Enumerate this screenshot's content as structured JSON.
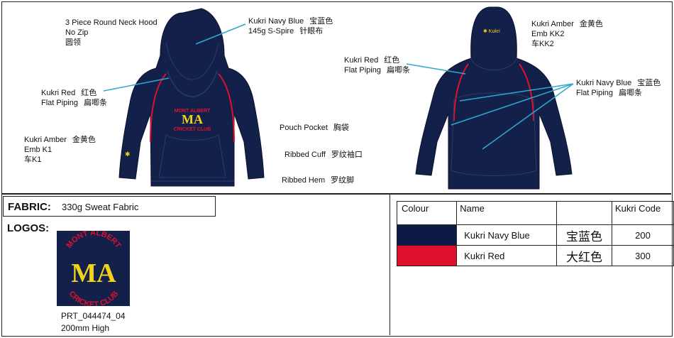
{
  "front_labels": {
    "neck": [
      "3 Piece Round Neck Hood",
      "No Zip",
      "圆领"
    ],
    "fabric_main": {
      "name": "Kukri Navy Blue",
      "cn": "宝蓝色",
      "spec": "145g S-Spire",
      "spec_cn": "针眼布"
    },
    "piping": {
      "name": "Kukri Red",
      "cn": "红色",
      "type": "Flat Piping",
      "type_cn": "扁唧条"
    },
    "emb": {
      "name": "Kukri Amber",
      "cn": "金黄色",
      "code": "Emb K1",
      "code_cn": "车K1"
    },
    "pouch": {
      "en": "Pouch Pocket",
      "cn": "胸袋"
    },
    "cuff": {
      "en": "Ribbed Cuff",
      "cn": "罗纹袖口"
    },
    "hem": {
      "en": "Ribbed Hem",
      "cn": "罗纹脚"
    }
  },
  "back_labels": {
    "emb": {
      "name": "Kukri Amber",
      "cn": "金黄色",
      "code": "Emb KK2",
      "code_cn": "车KK2"
    },
    "piping": {
      "name": "Kukri Red",
      "cn": "红色",
      "type": "Flat Piping",
      "type_cn": "扁唧条"
    },
    "navy": {
      "name": "Kukri Navy Blue",
      "cn": "宝蓝色",
      "type": "Flat Piping",
      "type_cn": "扁唧条"
    }
  },
  "fabric": {
    "title": "FABRIC:",
    "value": "330g Sweat Fabric"
  },
  "logos": {
    "title": "LOGOS:",
    "logo_top": "MONT ALBERT",
    "logo_bottom": "CRICKET CLUB",
    "code": "PRT_044474_04",
    "size": "200mm High"
  },
  "colour_table": {
    "headers": [
      "Colour",
      "Name",
      "",
      "Kukri Code"
    ],
    "rows": [
      {
        "swatch": "#0d1a45",
        "name": "Kukri Navy Blue",
        "cn": "宝蓝色",
        "code": "200"
      },
      {
        "swatch": "#e0102d",
        "name": "Kukri Red",
        "cn": "大红色",
        "code": "300"
      }
    ]
  },
  "colors": {
    "navy": "#13204a",
    "red": "#e0102d",
    "amber": "#f2d21b",
    "line": "#2ea8cf"
  }
}
